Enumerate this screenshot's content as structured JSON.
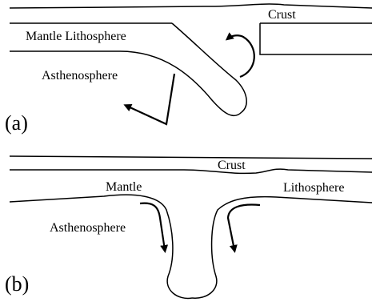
{
  "panel_a": {
    "letter": "(a)",
    "crust": "Crust",
    "mantle_lithosphere": "Mantle Lithosphere",
    "asthenosphere": "Asthenosphere"
  },
  "panel_b": {
    "letter": "(b)",
    "crust": "Crust",
    "mantle": "Mantle",
    "lithosphere": "Lithosphere",
    "asthenosphere": "Asthenosphere"
  },
  "colors": {
    "line": "#000000",
    "background": "#ffffff"
  }
}
